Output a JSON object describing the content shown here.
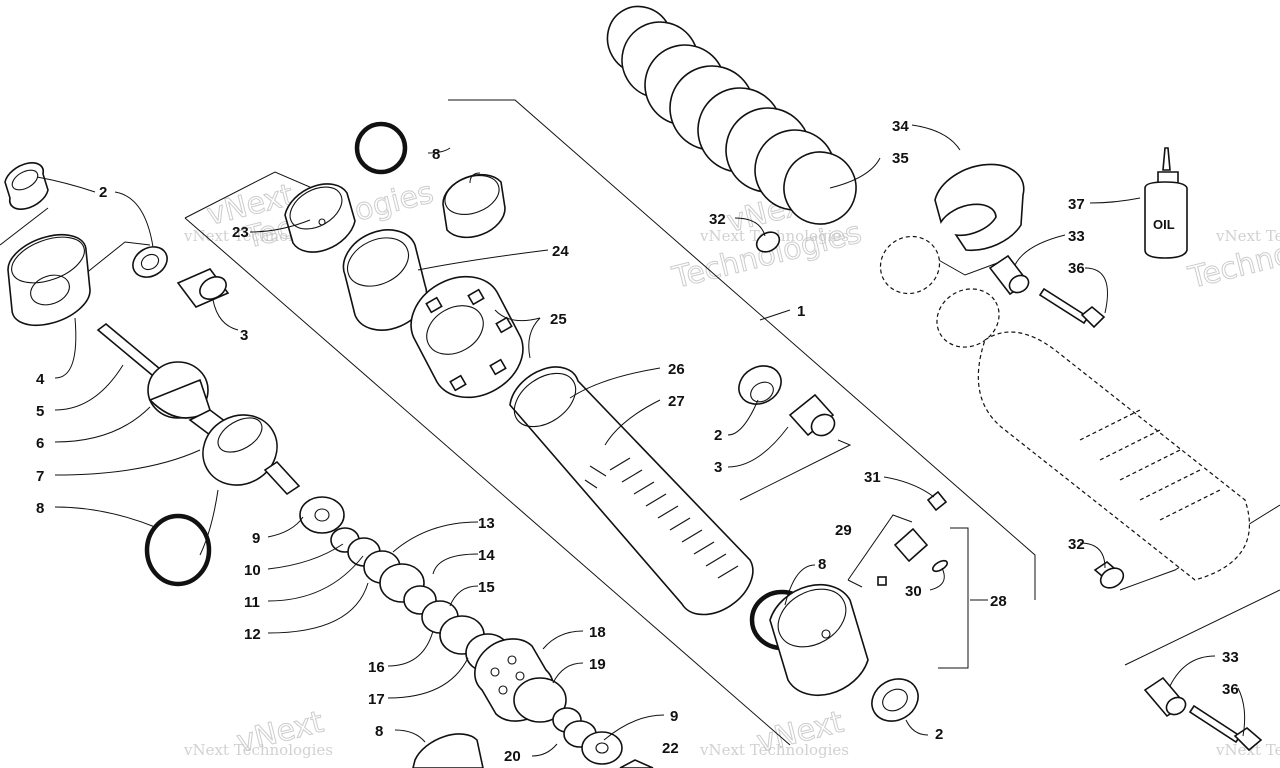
{
  "diagram": {
    "callouts": [
      "1",
      "2",
      "3",
      "4",
      "5",
      "6",
      "7",
      "8",
      "9",
      "10",
      "11",
      "12",
      "13",
      "14",
      "15",
      "16",
      "17",
      "18",
      "19",
      "20",
      "22",
      "23",
      "24",
      "25",
      "26",
      "27",
      "28",
      "29",
      "30",
      "31",
      "32",
      "33",
      "34",
      "35",
      "36",
      "37"
    ],
    "oil_label": "OIL",
    "watermark": {
      "line1": "vNext Technologies",
      "line2": "Technologies",
      "line3": "vNext"
    }
  },
  "colors": {
    "ink": "#111111",
    "watermark": "#c9c9c9",
    "background": "#ffffff"
  }
}
